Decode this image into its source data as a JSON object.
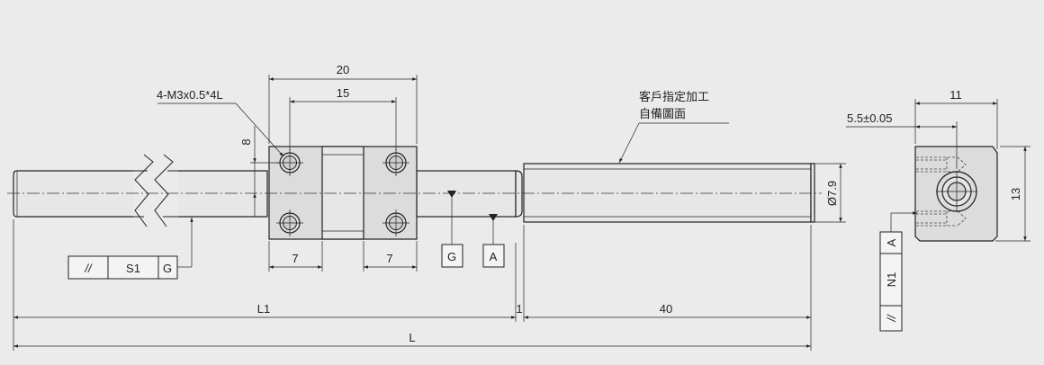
{
  "dimensions": {
    "block_width": "20",
    "hole_pitch": "15",
    "hole_edge_vertical": "8",
    "thread_note": "4-M3x0.5*4L",
    "flange_left": "7",
    "flange_right": "7",
    "shaft_diameter": "Ø7.9",
    "L1": "L1",
    "gap": "1",
    "shaft_length": "40",
    "L": "L",
    "side_width": "11",
    "side_offset": "5.5±0.05",
    "side_height": "13"
  },
  "note": {
    "line1": "客戶指定加工",
    "line2": "自備圖面"
  },
  "datums": {
    "G": "G",
    "A": "A"
  },
  "tolerance_frames": {
    "parallelism_front": {
      "symbol": "//",
      "grade": "S1",
      "datum": "G"
    },
    "parallelism_side": {
      "symbol": "//",
      "grade": "N1",
      "datum": "A"
    }
  }
}
